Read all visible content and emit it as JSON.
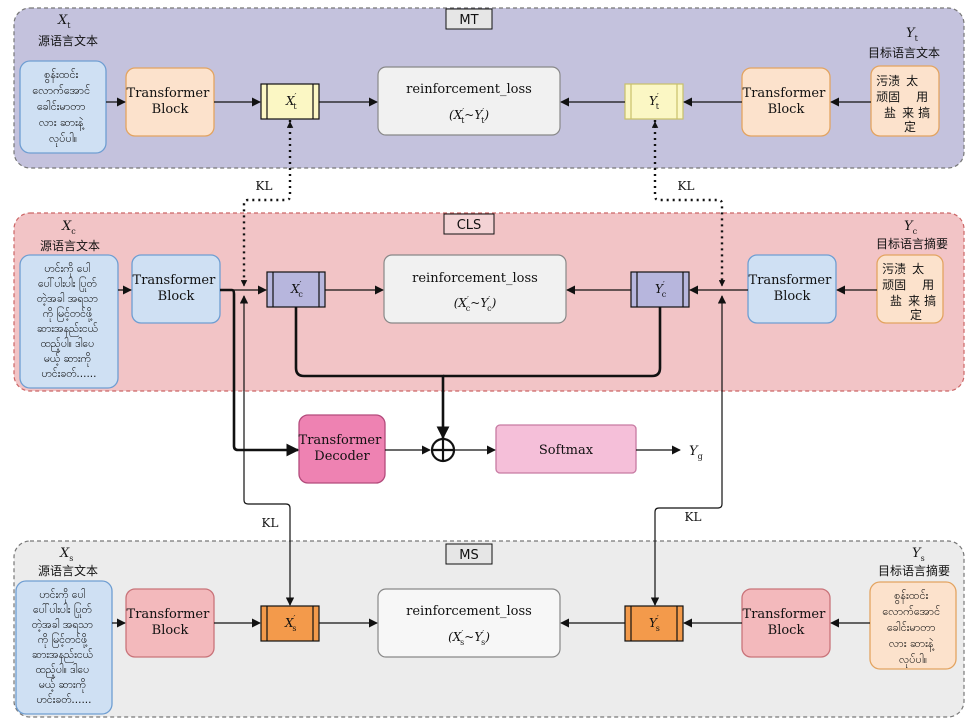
{
  "sections": {
    "mt": {
      "label": "MT",
      "source_var": "X",
      "source_sub": "t",
      "source_caption": "源语言文本",
      "target_var": "Y",
      "target_sub": "t",
      "target_caption": "目标语言文本",
      "source_text": [
        "စွန်းထင်း",
        "လောက်အောင်",
        "ခေါင်းမာတာ",
        "လား ဆားနဲ့",
        "လုပ်ပါ။"
      ],
      "target_text_left": [
        "污渍",
        "顽固",
        "盐"
      ],
      "target_text_right": [
        "太",
        "用",
        "来",
        "搞",
        "定"
      ],
      "encoder_left": [
        "Transformer",
        "Block"
      ],
      "encoder_right": [
        "Transformer",
        "Block"
      ],
      "loss_title": "reinforcement_loss",
      "loss_left": "X",
      "loss_left_sub": "t",
      "loss_right": "Y",
      "loss_right_sub": "t",
      "rep_left": "X",
      "rep_left_sub": "t",
      "rep_right": "Y",
      "rep_right_sub": "t"
    },
    "cls": {
      "label": "CLS",
      "source_var": "X",
      "source_sub": "c",
      "source_caption": "源语言文本",
      "target_var": "Y",
      "target_sub": "c",
      "target_caption": "目标语言摘要",
      "source_text": [
        "ဟင်းကို ပေါ",
        "ပေါ်ပါးပါး ပြုတ်",
        "တဲ့အခါ အရသာ",
        "ကို မြင့်တင်ဖို့",
        "ဆားအနည်းငယ်",
        "ထည့်ပါ။ ဒါပေ",
        "မယ့် ဆားကို",
        "ဟင်းခတ်......"
      ],
      "target_text_left": [
        "污渍",
        "顽固",
        "盐"
      ],
      "target_text_right": [
        "太",
        "用",
        "来",
        "搞",
        "定"
      ],
      "encoder_left": [
        "Transformer",
        "Block"
      ],
      "encoder_right": [
        "Transformer",
        "Block"
      ],
      "loss_title": "reinforcement_loss",
      "loss_left": "X",
      "loss_left_sub": "c",
      "loss_right": "Y",
      "loss_right_sub": "c",
      "rep_left": "X",
      "rep_left_sub": "c",
      "rep_right": "Y",
      "rep_right_sub": "c"
    },
    "ms": {
      "label": "MS",
      "source_var": "X",
      "source_sub": "s",
      "source_caption": "源语言文本",
      "target_var": "Y",
      "target_sub": "s",
      "target_caption": "目标语言摘要",
      "source_text": [
        "ဟင်းကို ပေါ",
        "ပေါ်ပါးပါး ပြုတ်",
        "တဲ့အခါ အရသာ",
        "ကို မြင့်တင်ဖို့",
        "ဆားအနည်းငယ်",
        "ထည့်ပါ။ ဒါပေ",
        "မယ့် ဆားကို",
        "ဟင်းခတ်......"
      ],
      "target_text": [
        "စွန်းထင်း",
        "လောက်အောင်",
        "ခေါင်းမာတာ",
        "လား ဆားနဲ့",
        "လုပ်ပါ။"
      ],
      "encoder_left": [
        "Transformer",
        "Block"
      ],
      "encoder_right": [
        "Transformer",
        "Block"
      ],
      "loss_title": "reinforcement_loss",
      "loss_left": "X",
      "loss_left_sub": "s",
      "loss_right": "Y",
      "loss_right_sub": "s",
      "rep_left": "X",
      "rep_left_sub": "s",
      "rep_right": "Y",
      "rep_right_sub": "s"
    }
  },
  "decoder": [
    "Transformer",
    "Decoder"
  ],
  "softmax": "Softmax",
  "output_var": "Y",
  "output_sub": "g",
  "kl_label": "KL",
  "colors": {
    "mt_bg": "#c4c2dd",
    "cls_bg": "#f2c4c6",
    "ms_bg": "#ececec",
    "source_blue": "#cfe0f3",
    "source_blue_border": "#6f9ed2",
    "orange_fill": "#fce2cc",
    "orange_border": "#e3a461",
    "yellow_fill": "#fbf7c4",
    "purple_rep": "#b7b6dd",
    "orange_rep": "#f39a4b",
    "decoder_pink": "#ee82b2",
    "softmax_pink": "#f5bfd9",
    "pink_block": "#f3b9bc"
  }
}
